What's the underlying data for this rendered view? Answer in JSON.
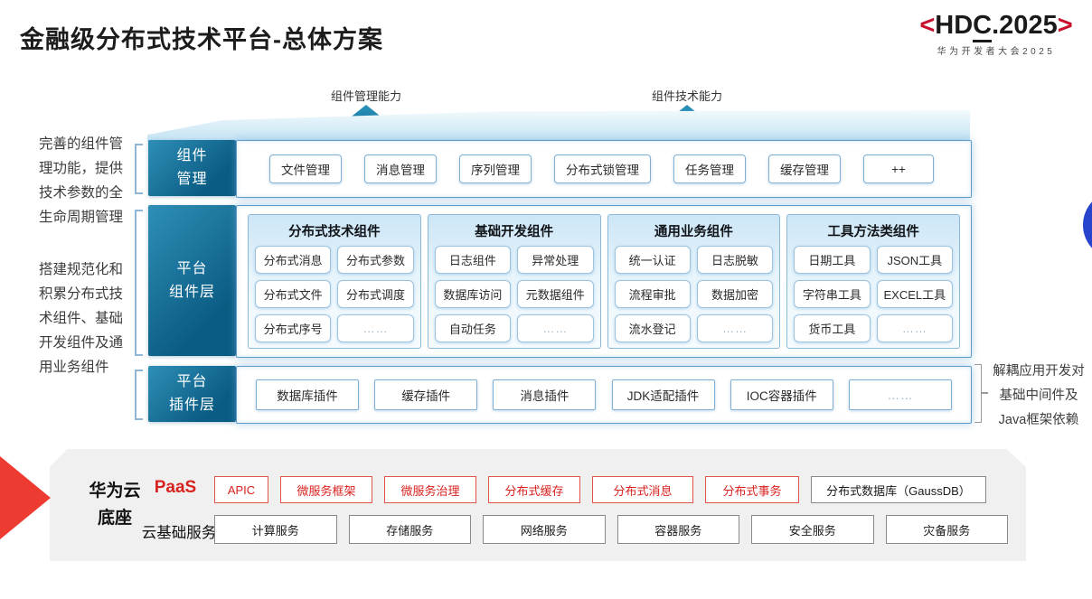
{
  "slide": {
    "title": "金融级分布式技术平台-总体方案"
  },
  "logo": {
    "open": "<",
    "part1": "HD",
    "part2": "C",
    "part3": ".2025",
    "close": ">",
    "subtitle": "华为开发者大会2025"
  },
  "capability_arrows": {
    "left": "组件管理能力",
    "right": "组件技术能力"
  },
  "notes": {
    "left_top": "完善的组件管\n理功能，提供\n技术参数的全\n生命周期管理",
    "left_bottom": "搭建规范化和\n积累分布式技\n术组件、基础\n开发组件及通\n用业务组件",
    "right": "解耦应用开发对\n基础中间件及\nJava框架依赖"
  },
  "bands": {
    "management": {
      "label": "组件\n管理",
      "items": [
        "文件管理",
        "消息管理",
        "序列管理",
        "分布式锁管理",
        "任务管理",
        "缓存管理",
        "++"
      ]
    },
    "components": {
      "label": "平台\n组件层",
      "columns": [
        {
          "title": "分布式技术组件",
          "items": [
            "分布式消息",
            "分布式参数",
            "分布式文件",
            "分布式调度",
            "分布式序号",
            "……"
          ]
        },
        {
          "title": "基础开发组件",
          "items": [
            "日志组件",
            "异常处理",
            "数据库访问",
            "元数据组件",
            "自动任务",
            "……"
          ]
        },
        {
          "title": "通用业务组件",
          "items": [
            "统一认证",
            "日志脱敏",
            "流程审批",
            "数据加密",
            "流水登记",
            "……"
          ]
        },
        {
          "title": "工具方法类组件",
          "items": [
            "日期工具",
            "JSON工具",
            "字符串工具",
            "EXCEL工具",
            "货币工具",
            "……"
          ]
        }
      ]
    },
    "plugins": {
      "label": "平台\n插件层",
      "items": [
        "数据库插件",
        "缓存插件",
        "消息插件",
        "JDK适配插件",
        "IOC容器插件",
        "……"
      ]
    }
  },
  "foundation": {
    "label": "华为云\n底座",
    "paas": {
      "label": "PaaS",
      "items": [
        "APIC",
        "微服务框架",
        "微服务治理",
        "分布式缓存",
        "分布式消息",
        "分布式事务"
      ],
      "neutral_item": "分布式数据库（GaussDB）"
    },
    "cloud": {
      "label": "云基础服务",
      "items": [
        "计算服务",
        "存储服务",
        "网络服务",
        "容器服务",
        "安全服务",
        "灾备服务"
      ]
    }
  },
  "colors": {
    "label-teal-light": "#2e8fb6",
    "label-teal-dark": "#0b5c84",
    "band-border": "#5f9dc8",
    "chip-border": "#7fb0d4",
    "col-border": "#8ab8d8",
    "accent-red": "#d8221f",
    "brand-red": "#c8102e",
    "panel-gray": "#f0f0f0",
    "circle-blue": "#2744cc"
  }
}
